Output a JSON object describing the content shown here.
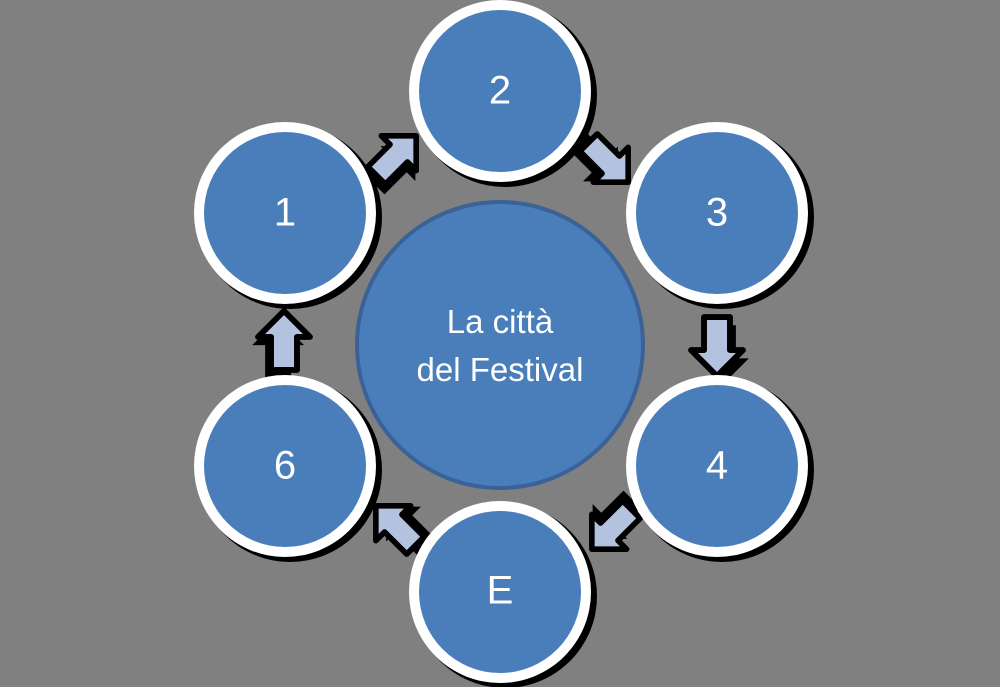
{
  "diagram": {
    "type": "cycle-diagram",
    "title": "La città del Festival",
    "background_color": "#808080",
    "center": {
      "name": "center-node",
      "line1": "La città",
      "line2": "del Festival",
      "fill": "#4A7EBB",
      "stroke": "#3A6296",
      "text_color": "#FFFFFF"
    },
    "nodes": [
      {
        "id": "node-1",
        "label": "1",
        "position": "left-top",
        "fill": "#4A7EBB",
        "ring": "#FFFFFF",
        "shadow": "#000000",
        "text_color": "#FFFFFF"
      },
      {
        "id": "node-2",
        "label": "2",
        "position": "top",
        "fill": "#4A7EBB",
        "ring": "#FFFFFF",
        "shadow": "#000000",
        "text_color": "#FFFFFF"
      },
      {
        "id": "node-3",
        "label": "3",
        "position": "right-top",
        "fill": "#4A7EBB",
        "ring": "#FFFFFF",
        "shadow": "#000000",
        "text_color": "#FFFFFF"
      },
      {
        "id": "node-4",
        "label": "4",
        "position": "right-bottom",
        "fill": "#4A7EBB",
        "ring": "#FFFFFF",
        "shadow": "#000000",
        "text_color": "#FFFFFF"
      },
      {
        "id": "node-5",
        "label": "E",
        "position": "bottom",
        "fill": "#4A7EBB",
        "ring": "#FFFFFF",
        "shadow": "#000000",
        "text_color": "#FFFFFF"
      },
      {
        "id": "node-6",
        "label": "6",
        "position": "left-bottom",
        "fill": "#4A7EBB",
        "ring": "#FFFFFF",
        "shadow": "#000000",
        "text_color": "#FFFFFF"
      }
    ],
    "arrows": [
      {
        "id": "arrow-1-to-2",
        "from": "1",
        "to": "2",
        "direction": "up-right",
        "fill": "#B3C2DE",
        "stroke": "#000000"
      },
      {
        "id": "arrow-2-to-3",
        "from": "2",
        "to": "3",
        "direction": "down-right",
        "fill": "#B3C2DE",
        "stroke": "#000000"
      },
      {
        "id": "arrow-3-to-4",
        "from": "3",
        "to": "4",
        "direction": "down",
        "fill": "#B3C2DE",
        "stroke": "#000000"
      },
      {
        "id": "arrow-4-to-E",
        "from": "4",
        "to": "E",
        "direction": "down-left",
        "fill": "#B3C2DE",
        "stroke": "#000000"
      },
      {
        "id": "arrow-E-to-6",
        "from": "E",
        "to": "6",
        "direction": "up-left",
        "fill": "#B3C2DE",
        "stroke": "#000000"
      },
      {
        "id": "arrow-6-to-1",
        "from": "6",
        "to": "1",
        "direction": "up",
        "fill": "#B3C2DE",
        "stroke": "#000000"
      }
    ]
  }
}
